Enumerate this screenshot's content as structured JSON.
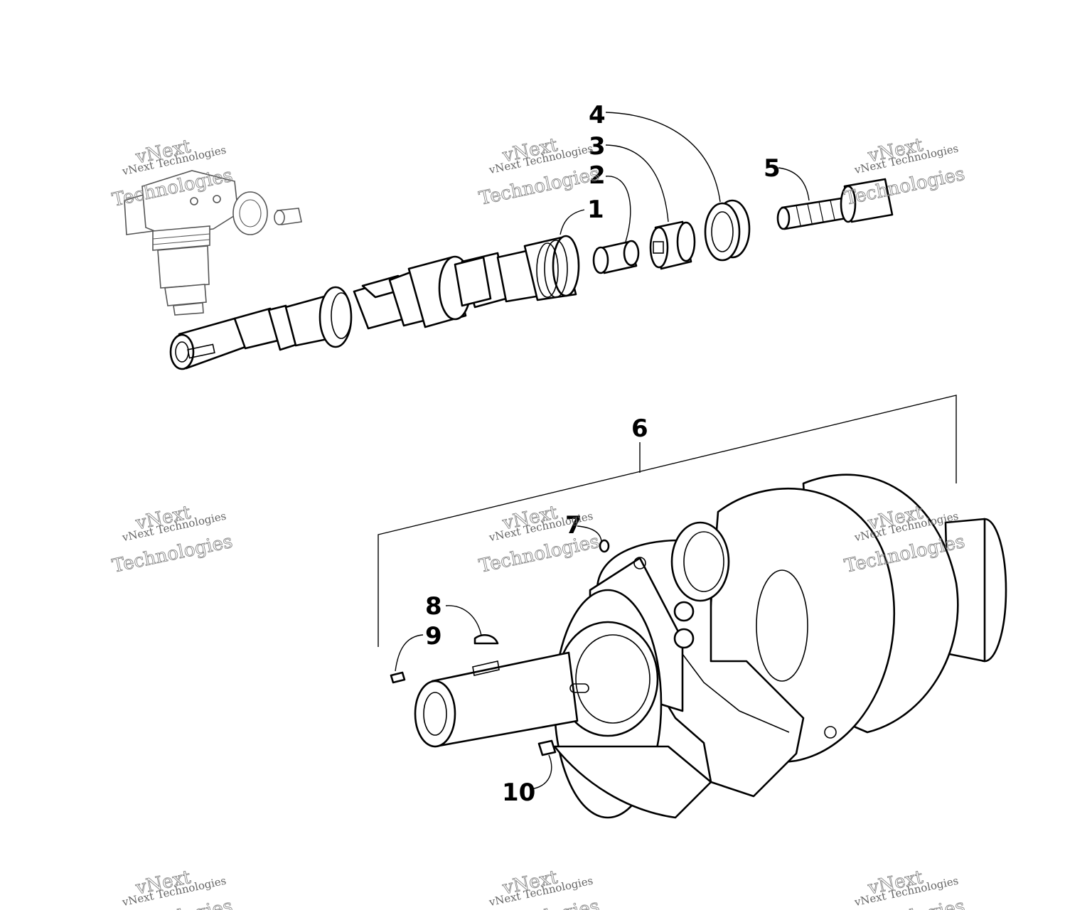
{
  "callouts": [
    {
      "id": "1",
      "label": "1"
    },
    {
      "id": "2",
      "label": "2"
    },
    {
      "id": "3",
      "label": "3"
    },
    {
      "id": "4",
      "label": "4"
    },
    {
      "id": "5",
      "label": "5"
    },
    {
      "id": "6",
      "label": "6"
    },
    {
      "id": "7",
      "label": "7"
    },
    {
      "id": "8",
      "label": "8"
    },
    {
      "id": "9",
      "label": "9"
    },
    {
      "id": "10",
      "label": "10"
    }
  ],
  "watermark": {
    "line1": "vNext Technologies",
    "line2": "vNext",
    "line3": "Technologies"
  },
  "colors": {
    "ink": "#000000",
    "paper": "#ffffff",
    "watermark": "#888888"
  }
}
